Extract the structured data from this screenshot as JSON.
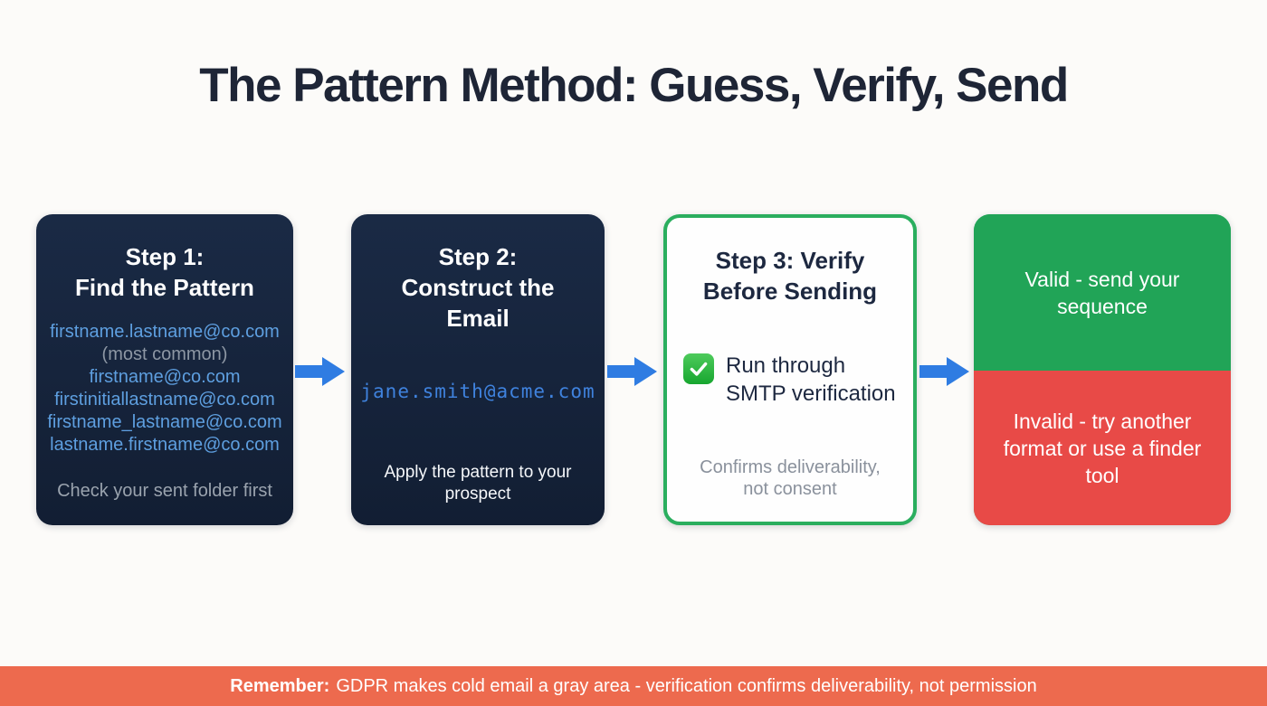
{
  "slide": {
    "title": "The Pattern Method: Guess, Verify, Send"
  },
  "step1": {
    "title_lines": [
      "Step 1:",
      "Find the Pattern"
    ],
    "patterns": [
      "firstname.lastname@co.com",
      "firstname@co.com",
      "firstinitiallastname@co.com",
      "firstname_lastname@co.com",
      "lastname.firstname@co.com"
    ],
    "pattern_note": "(most common)",
    "footnote": "Check your sent folder first"
  },
  "step2": {
    "title_lines": [
      "Step 2:",
      "Construct the",
      "Email"
    ],
    "example_email": "jane.smith@acme.com",
    "footnote": "Apply the pattern to your prospect"
  },
  "step3": {
    "title_lines": [
      "Step 3: Verify",
      "Before Sending"
    ],
    "check_item": "Run through SMTP verification",
    "footnote": "Confirms deliverability, not consent"
  },
  "outcome": {
    "valid": "Valid - send your sequence",
    "invalid": "Invalid - try another format or use a finder tool"
  },
  "footer": {
    "label": "Remember:",
    "text": "GDPR makes cold email a gray area - verification confirms deliverability, not permission"
  },
  "colors": {
    "background": "#fcfbf9",
    "navy_box": "#152238",
    "title_text": "#1e2536",
    "pattern_blue": "#5e9fe0",
    "mono_email_blue": "#3f82dd",
    "muted_gray": "#9aa3ae",
    "arrow_blue": "#2f7ce2",
    "green": "#21a457",
    "green_border": "#2aae5e",
    "red": "#e84a47",
    "footer_orange": "#ed6a4e"
  }
}
